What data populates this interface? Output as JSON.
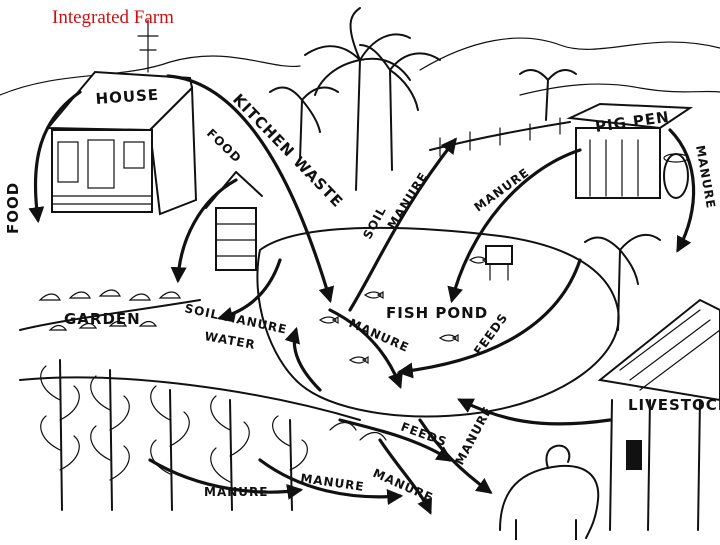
{
  "title": "Integrated Farm",
  "places": {
    "house": "HOUSE",
    "pig_pen": "PIG PEN",
    "fish_pond": "FISH POND",
    "garden": "GARDEN",
    "livestock": "LIVESTOCK"
  },
  "flows": {
    "food": "FOOD",
    "kitchen_waste": "KITCHEN WASTE",
    "food_small": "FOOD",
    "soil": "SOIL",
    "manure_soil": "MANURE",
    "manure_pig_pond": "MANURE",
    "manure_pig_right": "MANURE",
    "soil_manure": "SOIL MANURE",
    "water": "WATER",
    "manure_pond": "MANURE",
    "feeds_pond": "FEEDS",
    "feeds_livestock": "FEEDS",
    "manure_livestock": "MANURE",
    "manure_bottom_1": "MANURE",
    "manure_bottom_2": "MANURE",
    "manure_bottom_3": "MANURE"
  }
}
